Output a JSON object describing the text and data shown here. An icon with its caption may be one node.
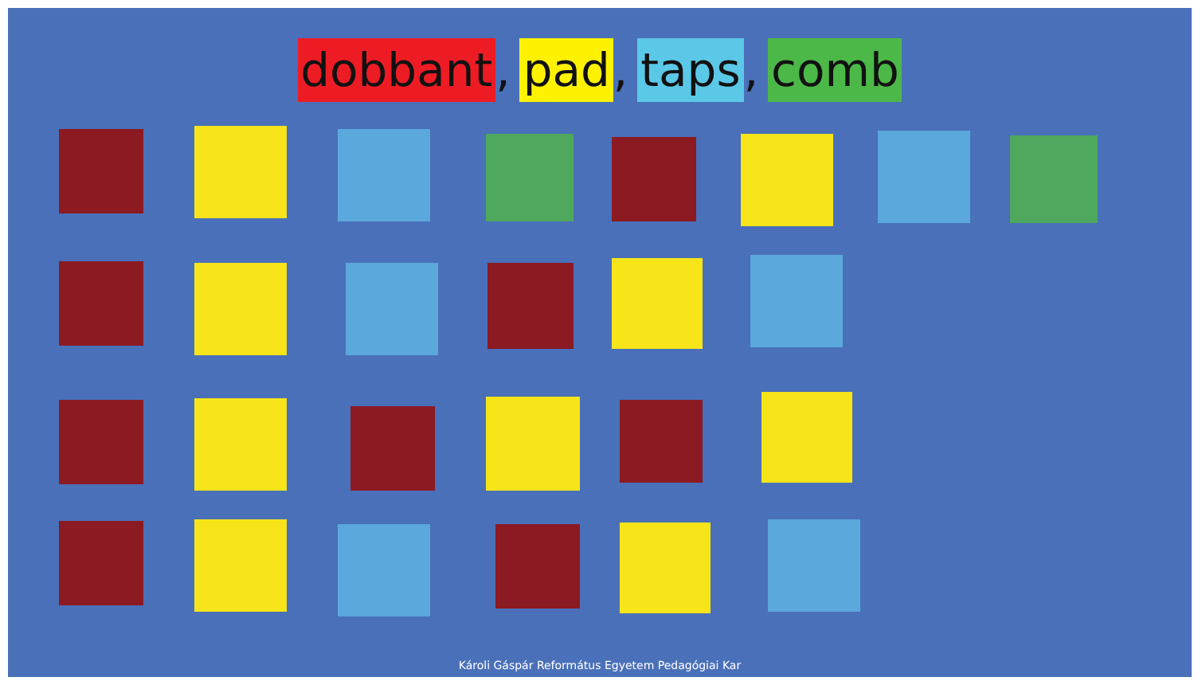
{
  "diagram": {
    "nodes": [
      {
        "text": [],
        "shape": "box"
      },
      {
        "text": [],
        "shape": "box"
      },
      {
        "text": [],
        "shape": "box"
      },
      {
        "text": [],
        "shape": "box"
      },
      {
        "text": [],
        "shape": "box"
      },
      {
        "text": [],
        "shape": "box"
      },
      {
        "text": [],
        "shape": "box"
      },
      {
        "text": [],
        "shape": "box"
      },
      {
        "text": [],
        "shape": "box"
      },
      {
        "text": [],
        "shape": "box"
      },
      {
        "text": [],
        "shape": "box"
      },
      {
        "text": [],
        "shape": "box"
      },
      {
        "text": [],
        "shape": "box"
      },
      {
        "text": [],
        "shape": "box"
      },
      {
        "text": [],
        "shape": "box"
      },
      {
        "text": [],
        "shape": "box"
      },
      {
        "text": [],
        "shape": "box"
      },
      {
        "text": [],
        "shape": "box"
      },
      {
        "text": [],
        "shape": "box"
      },
      {
        "text": [],
        "shape": "box"
      },
      {
        "text": [],
        "shape": "box"
      },
      {
        "text": [],
        "shape": "box"
      },
      {
        "text": [],
        "shape": "box"
      },
      {
        "text": [],
        "shape": "box"
      },
      {
        "text": [],
        "shape": "box"
      },
      {
        "text": [],
        "shape": "box"
      }
    ],
    "labels": [
      ",",
      ",",
      ",",
      "Károli Gáspár Református Egyetem Pedagógiai Kar"
    ],
    "legend": [
      {
        "text": "dobbant",
        "color": "#ed1c24"
      },
      {
        "text": "pad",
        "color": "#fff200"
      },
      {
        "text": "taps",
        "color": "#5bc8e8"
      },
      {
        "text": "comb",
        "color": "#4cb848"
      }
    ]
  }
}
